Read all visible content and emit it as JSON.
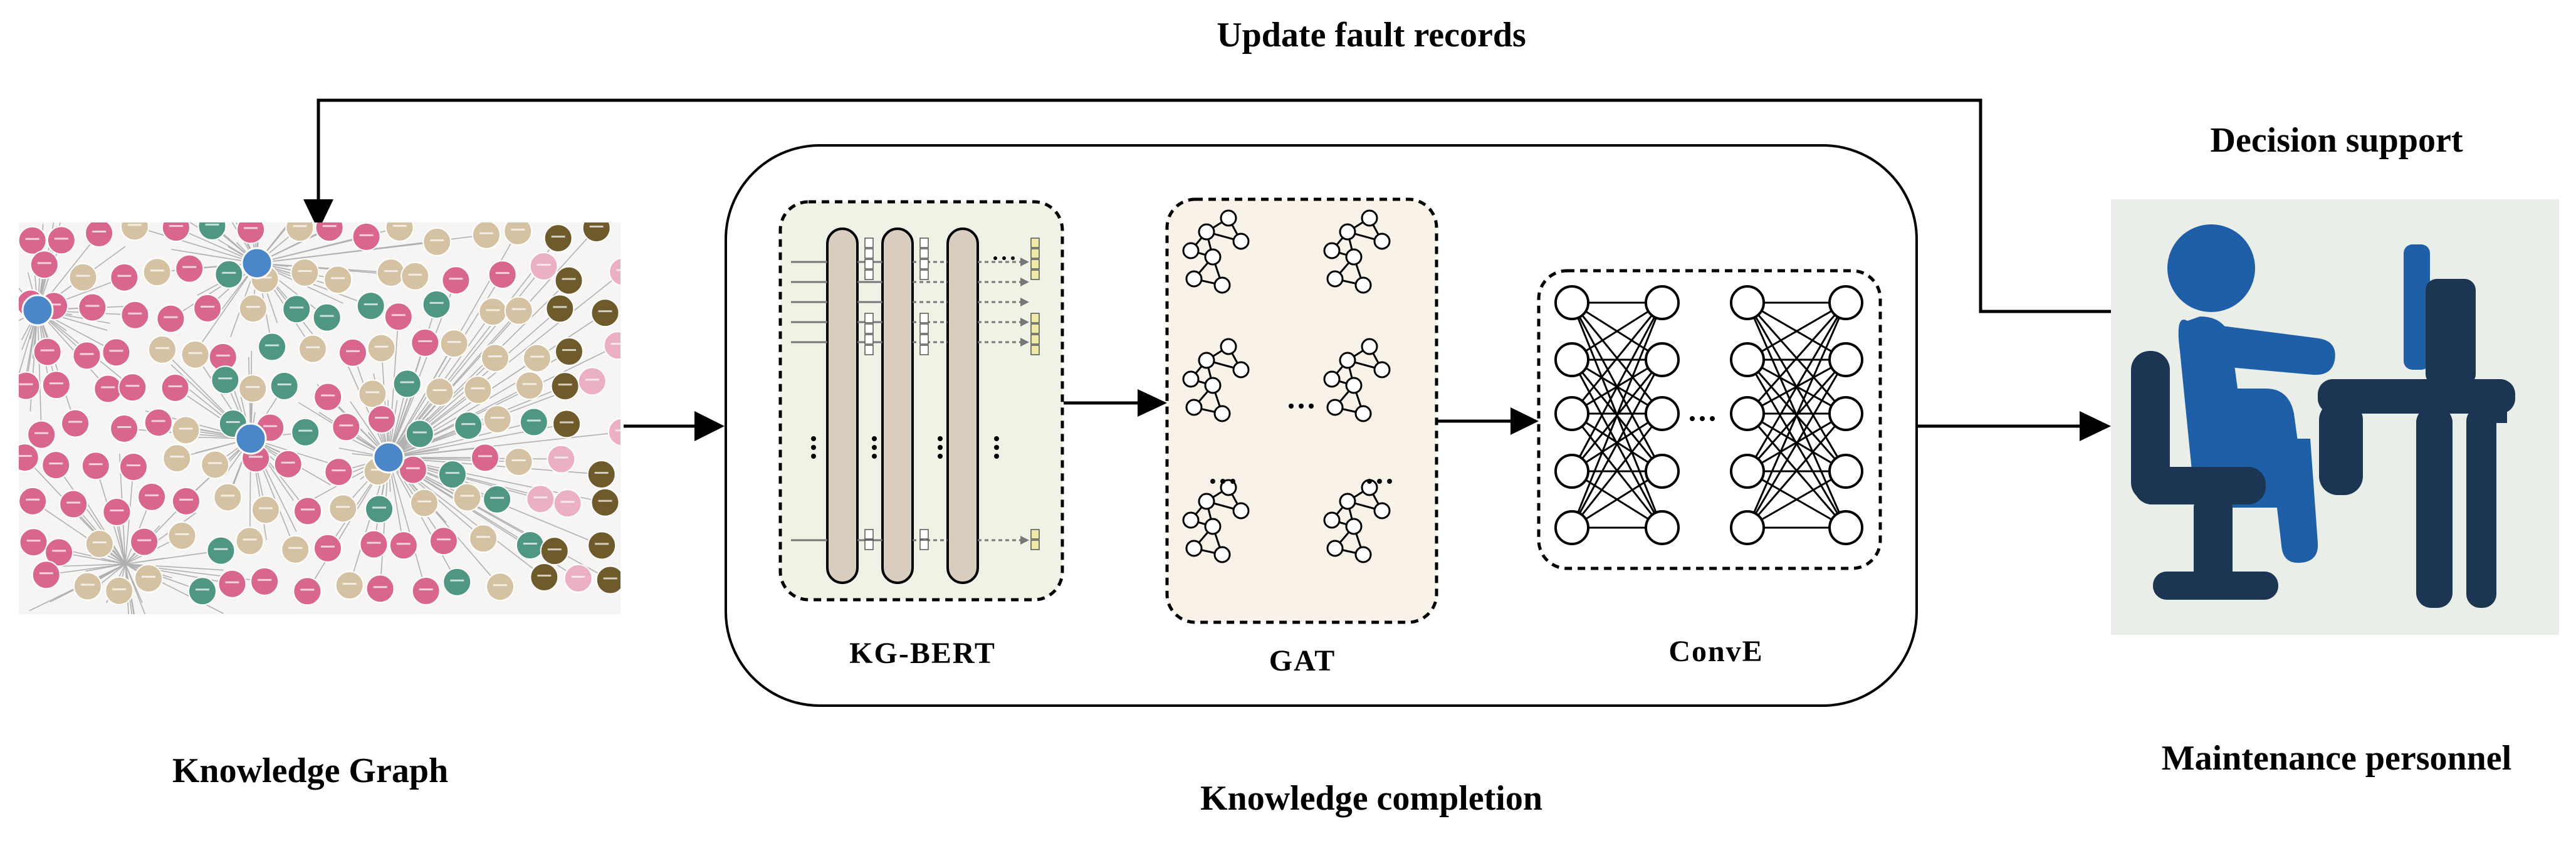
{
  "labels": {
    "update_fault_records": "Update fault records",
    "decision_support": "Decision support",
    "knowledge_graph": "Knowledge Graph",
    "knowledge_completion": "Knowledge completion",
    "maintenance_personnel": "Maintenance personnel",
    "kg_bert": "KG-BERT",
    "gat": "GAT",
    "conve": "ConvE"
  },
  "colors": {
    "kg_pink": "#d9668f",
    "kg_green": "#4f9783",
    "kg_tan": "#d5c2a3",
    "kg_blue": "#4a86c8",
    "kg_brown": "#6e5a2a",
    "kg_lightpink": "#ecb0c6",
    "bert_panel": "#eef3e6",
    "bert_bar": "#d8cdbf",
    "gat_panel": "#f8f2e9",
    "person_blue": "#1f5fa8",
    "person_dark": "#1c3552",
    "person_bg": "#e8ede8"
  },
  "icons": {
    "knowledge_graph_image": "knowledge-graph-network-image",
    "maintenance_image": "person-at-computer-icon"
  }
}
